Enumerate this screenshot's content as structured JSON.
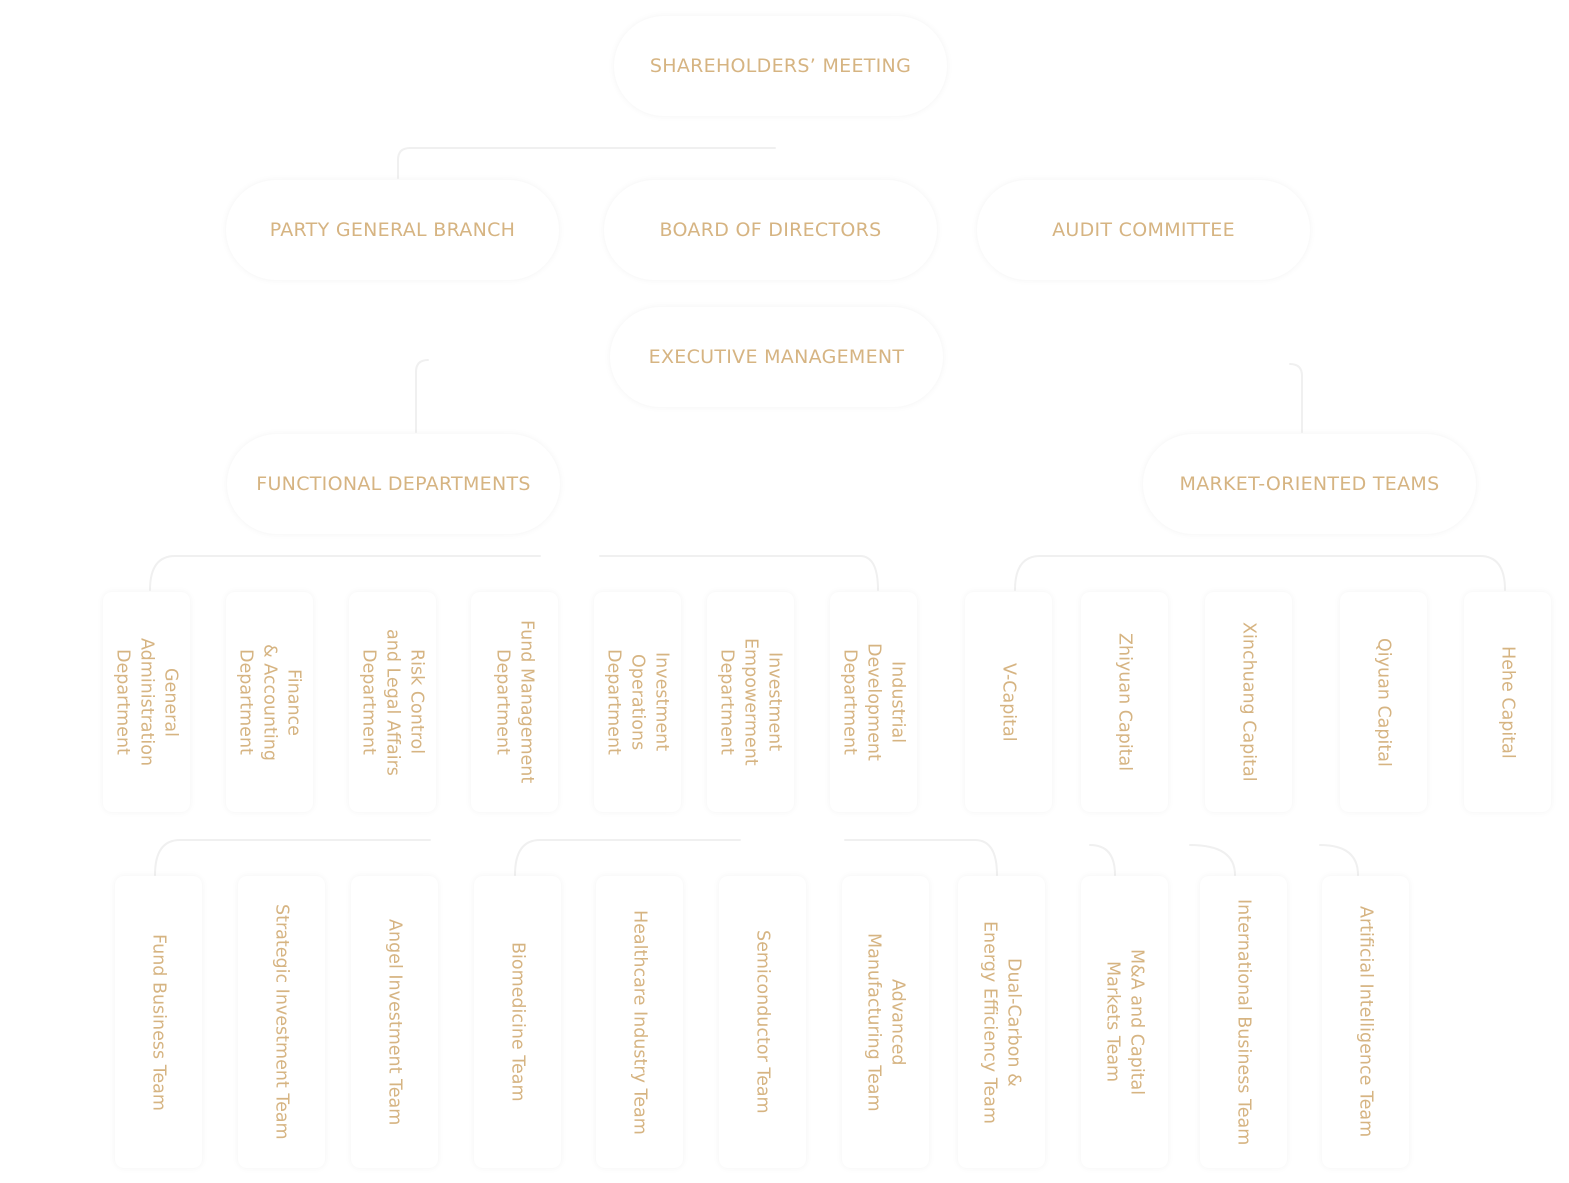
{
  "chart": {
    "levels": {
      "shareholders": "SHAREHOLDERS’ MEETING",
      "party": "PARTY GENERAL BRANCH",
      "board": "BOARD OF DIRECTORS",
      "audit": "AUDIT COMMITTEE",
      "executive": "EXECUTIVE MANAGEMENT",
      "functional": "FUNCTIONAL DEPARTMENTS",
      "market": "MARKET-ORIENTED TEAMS"
    },
    "departments": [
      "General\nAdministration\nDepartment",
      "Finance\n& Accounting\nDepartment",
      "Risk Control\nand Legal Affairs\nDepartment",
      "Fund Management\nDepartment",
      "Investment\nOperations\nDepartment",
      "Investment\nEmpowerment\nDepartment",
      "Industrial\nDevelopment\nDepartment"
    ],
    "capitals": [
      "V-Capital",
      "Zhiyuan Capital",
      "Xinchuang Capital",
      "Qiyuan Capital",
      "Hehe Capital"
    ],
    "teams": [
      "Fund Business Team",
      "Strategic Investment Team",
      "Angel Investment Team",
      "Biomedicine Team",
      "Healthcare Industry Team",
      "Semiconductor Team",
      "Advanced\nManufacturing Team",
      "Dual-Carbon &\nEnergy Efficiency Team",
      "M&A and Capital\nMarkets Team",
      "International Business Team",
      "Artificial Intelligence Team"
    ]
  },
  "colors": {
    "text": "#d6b482",
    "background": "#ffffff",
    "connector": "#f1f1f1"
  }
}
